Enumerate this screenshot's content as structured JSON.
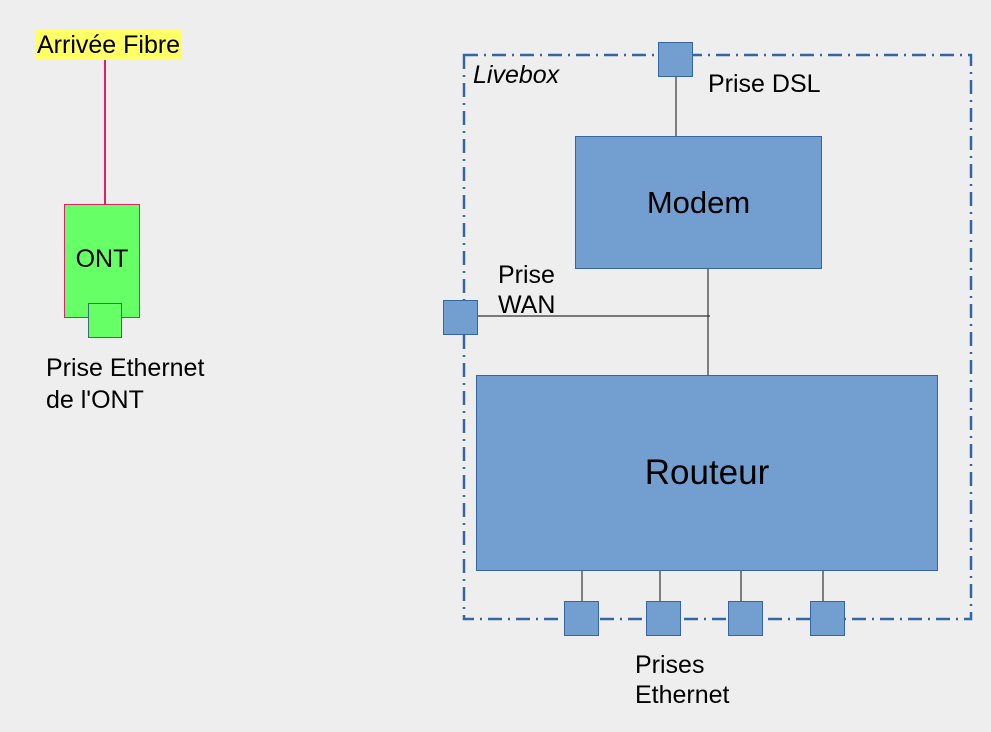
{
  "diagram": {
    "fibre": {
      "label": "Arrivée Fibre"
    },
    "ont": {
      "label": "ONT",
      "port_label_line1": "Prise Ethernet",
      "port_label_line2": "de l'ONT"
    },
    "livebox": {
      "label": "Livebox",
      "dsl_port_label": "Prise DSL",
      "modem_label": "Modem",
      "wan_port_label_line1": "Prise",
      "wan_port_label_line2": "WAN",
      "router_label": "Routeur",
      "ethernet_ports_count": 4,
      "ethernet_ports_label_line1": "Prises",
      "ethernet_ports_label_line2": "Ethernet"
    },
    "colors": {
      "background": "#eeeeee",
      "fibre_highlight": "#ffff66",
      "fibre_line": "#e0206a",
      "ont_fill": "#66ff66",
      "livebox_block_fill": "#729fcf",
      "livebox_border": "#3465a4"
    }
  }
}
